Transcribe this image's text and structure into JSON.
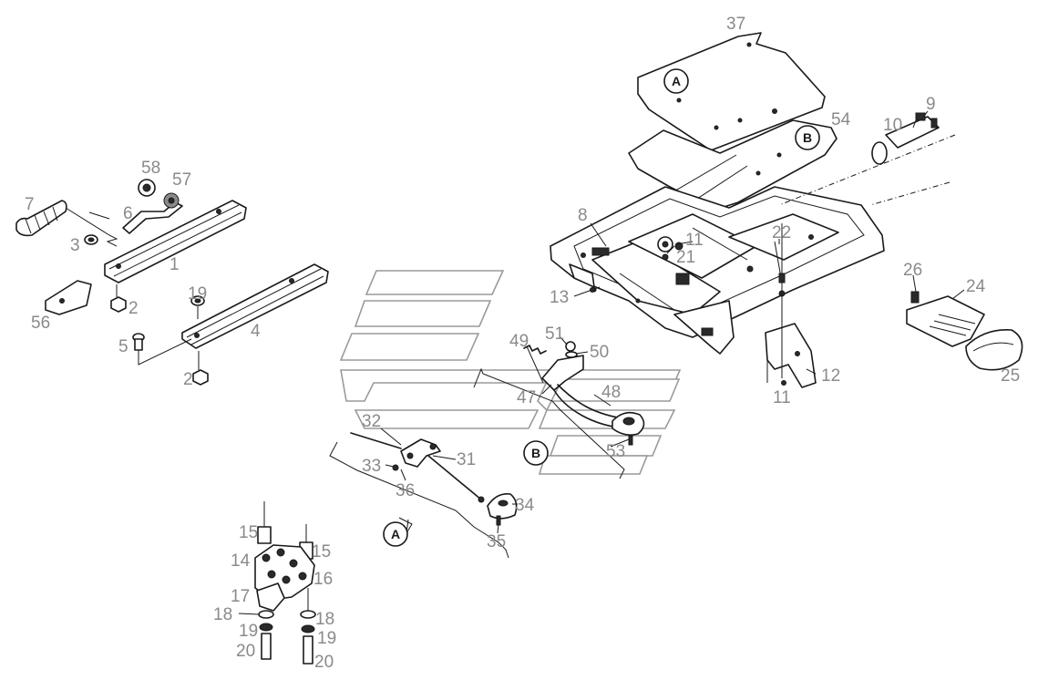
{
  "diagram": {
    "callouts": [
      "1",
      "2",
      "2",
      "3",
      "4",
      "5",
      "6",
      "7",
      "8",
      "9",
      "10",
      "11",
      "11",
      "12",
      "13",
      "14",
      "15",
      "15",
      "16",
      "17",
      "18",
      "18",
      "19",
      "19",
      "19",
      "20",
      "20",
      "21",
      "22",
      "24",
      "25",
      "26",
      "31",
      "32",
      "33",
      "34",
      "35",
      "36",
      "37",
      "47",
      "48",
      "49",
      "50",
      "51",
      "53",
      "54",
      "56",
      "57",
      "58"
    ],
    "reference_markers": {
      "a_top": "A",
      "b_top": "B",
      "b_mid": "B",
      "a_bottom": "A"
    }
  }
}
